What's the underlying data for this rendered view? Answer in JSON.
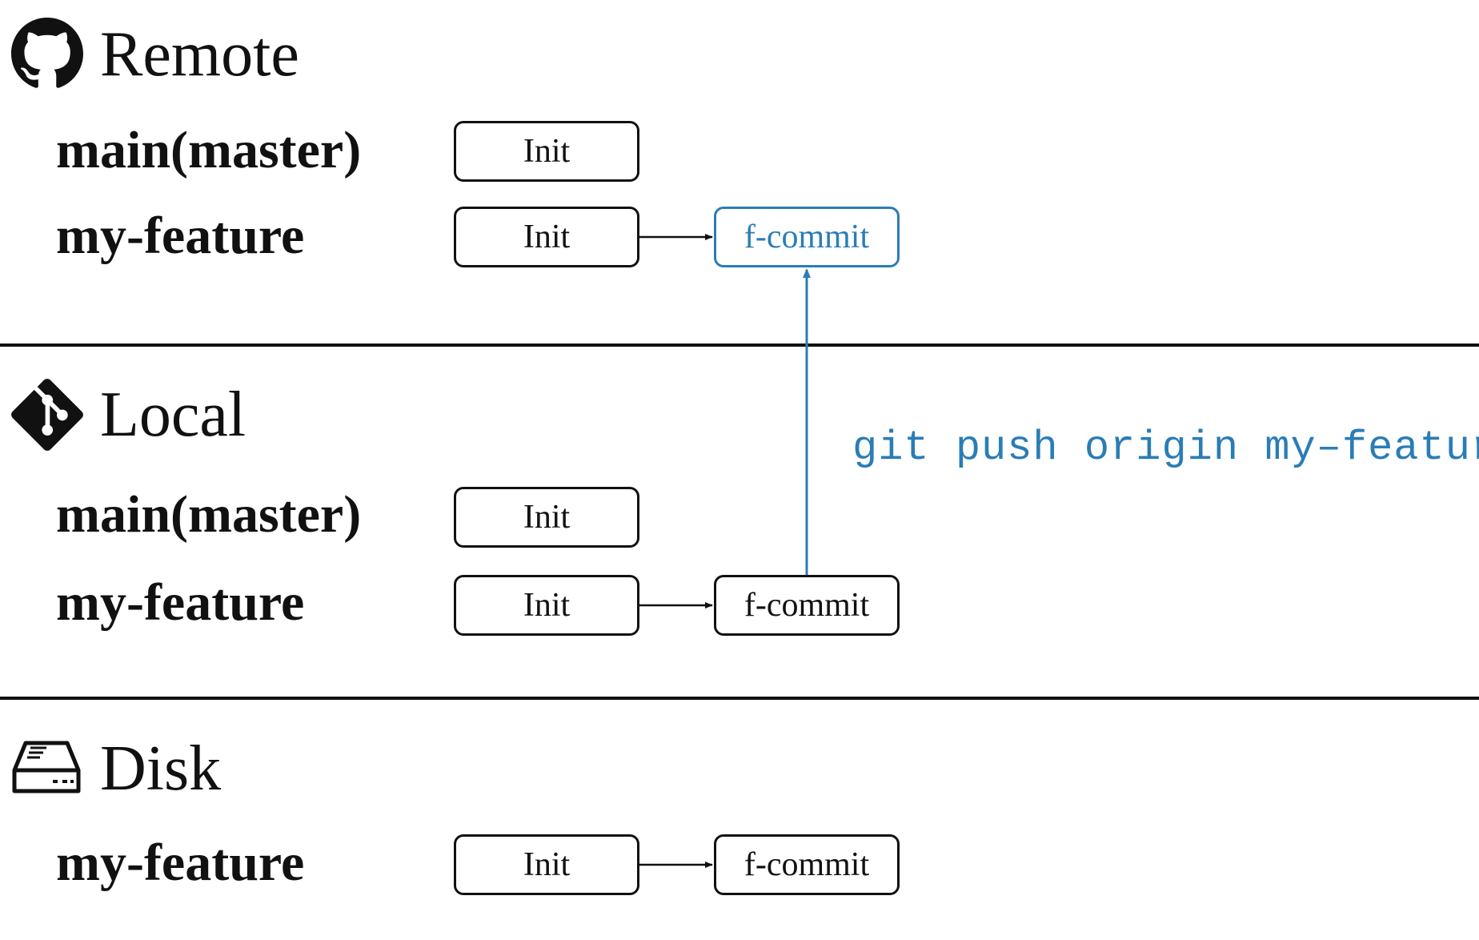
{
  "sections": {
    "remote": {
      "title": "Remote",
      "icon": "github-icon",
      "branches": [
        {
          "name": "main(master)",
          "commits": [
            "Init"
          ]
        },
        {
          "name": "my-feature",
          "commits": [
            "Init",
            "f-commit"
          ]
        }
      ]
    },
    "local": {
      "title": "Local",
      "icon": "git-icon",
      "branches": [
        {
          "name": "main(master)",
          "commits": [
            "Init"
          ]
        },
        {
          "name": "my-feature",
          "commits": [
            "Init",
            "f-commit"
          ]
        }
      ]
    },
    "disk": {
      "title": "Disk",
      "icon": "hard-drive-icon",
      "branches": [
        {
          "name": "my-feature",
          "commits": [
            "Init",
            "f-commit"
          ]
        }
      ]
    }
  },
  "command": "git push origin my–feature",
  "colors": {
    "accent": "#2a7db6",
    "ink": "#111111"
  }
}
